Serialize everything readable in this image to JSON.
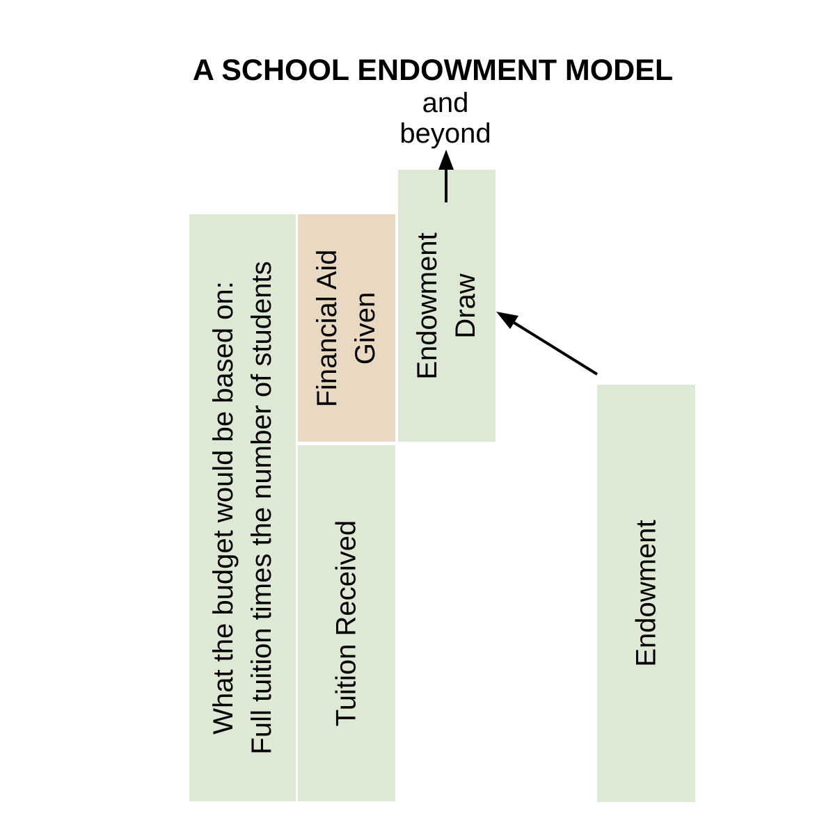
{
  "title": "A SCHOOL ENDOWMENT MODEL",
  "beyond_label": {
    "line1": "and",
    "line2": "beyond"
  },
  "boxes": {
    "budget": {
      "line1": "What the budget would be based on:",
      "line2": "Full tuition times the number of students",
      "color": "#dde8d5"
    },
    "financial_aid": {
      "line1": "Financial Aid",
      "line2": "Given",
      "color": "#ead9c2"
    },
    "tuition": {
      "line1": "Tuition Received",
      "color": "#dde8d5"
    },
    "endowment_draw": {
      "line1": "Endowment",
      "line2": "Draw",
      "color": "#dde8d5"
    },
    "endowment": {
      "line1": "Endowment",
      "color": "#dde8d5"
    }
  },
  "arrow_color": "#000000"
}
